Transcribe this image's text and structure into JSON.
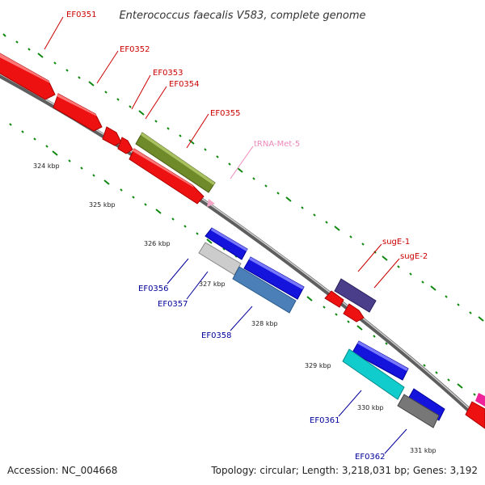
{
  "title": "Enterococcus faecalis V583, complete genome",
  "footer": {
    "accession": "Accession: NC_004668",
    "topology": "Topology: circular; Length: 3,218,031 bp; Genes: 3,192"
  },
  "colors": {
    "label_forward": "#cc0000",
    "label_reverse": "#000099",
    "label_trna": "#ee88bb",
    "tick": "#118811",
    "backbone": "#8a8a8a"
  },
  "kbp_labels": [
    "324 kbp",
    "325 kbp",
    "326 kbp",
    "327 kbp",
    "328 kbp",
    "329 kbp",
    "330 kbp",
    "331 kbp"
  ],
  "gene_labels": {
    "ef0351": "EF0351",
    "ef0352": "EF0352",
    "ef0353": "EF0353",
    "ef0354": "EF0354",
    "ef0355": "EF0355",
    "trna_met_5": "tRNA-Met-5",
    "suge_1": "sugE-1",
    "suge_2": "sugE-2",
    "ef0356": "EF0356",
    "ef0357": "EF0357",
    "ef0358": "EF0358",
    "ef0361": "EF0361",
    "ef0362": "EF0362"
  }
}
